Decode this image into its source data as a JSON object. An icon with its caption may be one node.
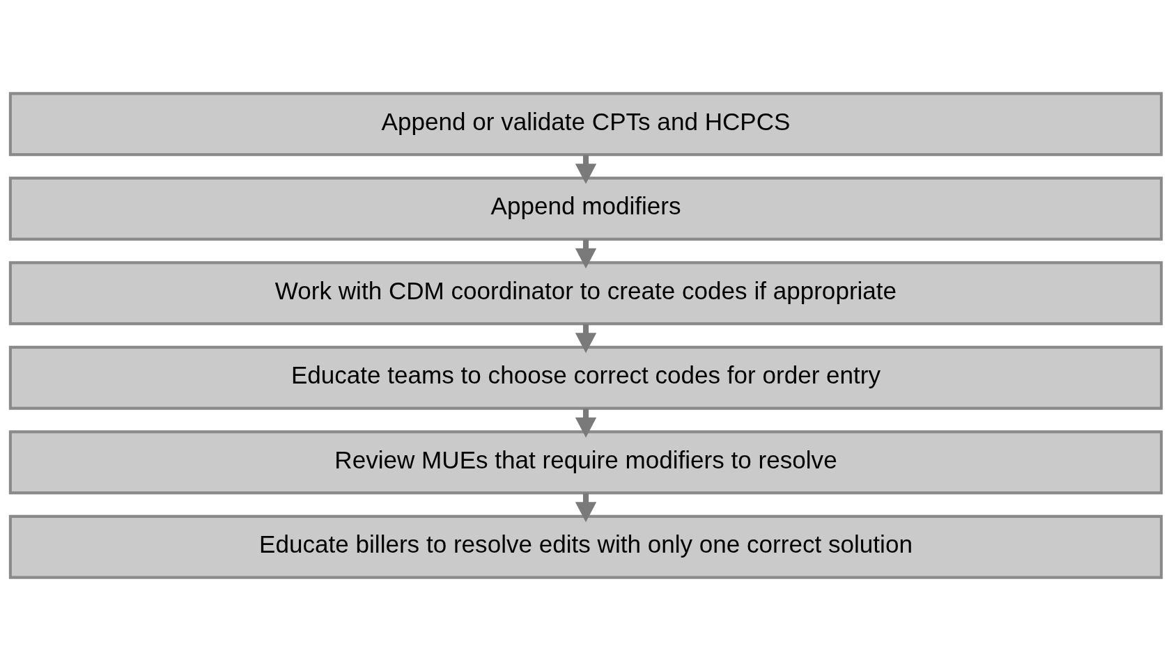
{
  "diagram": {
    "nodes": [
      {
        "text": [
          "Append or validate CPTs and HCPCS"
        ]
      },
      {
        "text": [
          "Append modifiers"
        ]
      },
      {
        "text": [
          "Work with CDM coordinator to create codes if appropriate"
        ]
      },
      {
        "text": [
          "Educate teams to choose correct codes for order entry"
        ]
      },
      {
        "text": [
          "Review MUEs that require modifiers to resolve"
        ]
      },
      {
        "text": [
          "Educate billers to resolve edits with only one correct solution"
        ]
      }
    ],
    "edges": [
      {
        "from": 0,
        "to": 1,
        "arrow": "to"
      },
      {
        "from": 1,
        "to": 2,
        "arrow": "to"
      },
      {
        "from": 2,
        "to": 3,
        "arrow": "to"
      },
      {
        "from": 3,
        "to": 4,
        "arrow": "to"
      },
      {
        "from": 4,
        "to": 5,
        "arrow": "to"
      }
    ]
  }
}
